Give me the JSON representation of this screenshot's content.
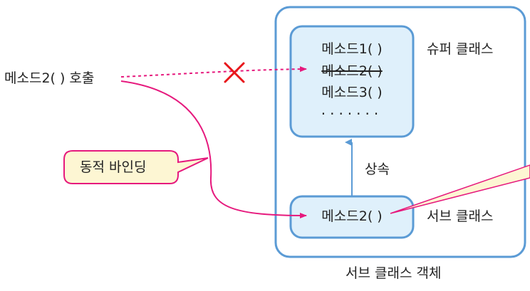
{
  "caller_label": "메소드2( ) 호출",
  "binding_label": "동적 바인딩",
  "superclass": {
    "title": "슈퍼 클래스",
    "methods": [
      "메소드1( )",
      "메소드2( )",
      "메소드3( )"
    ],
    "ellipsis": "·······"
  },
  "inheritance_label": "상속",
  "subclass": {
    "title": "서브 클래스",
    "method": "메소드2( )"
  },
  "object_label": "서브 클래스 객체",
  "colors": {
    "box_border": "#5b9bd5",
    "box_fill": "#dff0fb",
    "arrow_magenta": "#e6197d",
    "cross_red": "#e8161b",
    "callout_fill": "#fdf6d3"
  }
}
